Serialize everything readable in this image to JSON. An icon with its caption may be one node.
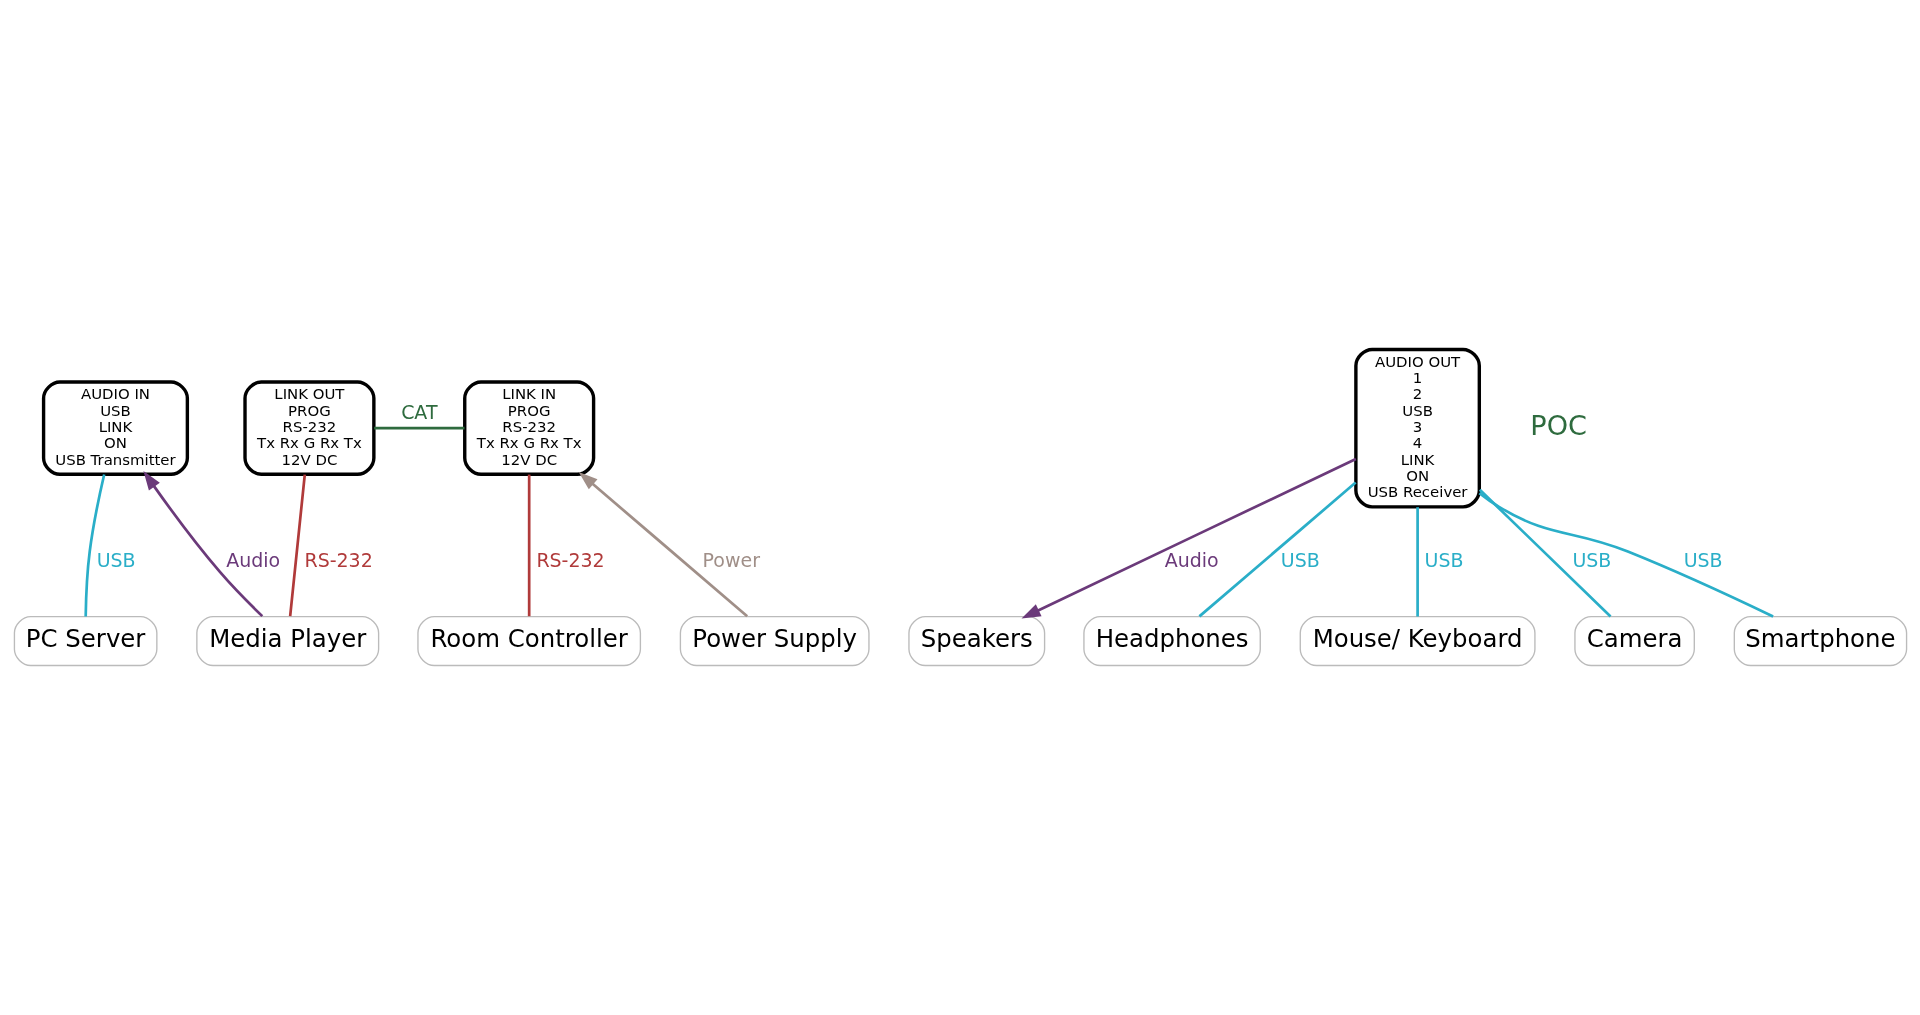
{
  "diagram": {
    "nodes": [
      {
        "text": [
          "AUDIO IN",
          "USB",
          "LINK",
          "ON",
          "USB Transmitter"
        ]
      },
      {
        "text": [
          "LINK OUT",
          "PROG",
          "RS-232",
          "Tx Rx G Rx Tx",
          "12V DC"
        ]
      },
      {
        "text": [
          "LINK IN",
          "PROG",
          "RS-232",
          "Tx Rx G Rx Tx",
          "12V DC"
        ]
      },
      {
        "text": [
          "AUDIO OUT",
          "1",
          "2",
          "USB",
          "3",
          "4",
          "LINK",
          "ON",
          "USB Receiver"
        ]
      },
      {
        "text": [
          "Media Player"
        ]
      },
      {
        "text": [
          "PC Server"
        ]
      },
      {
        "text": [
          "Power Supply"
        ]
      },
      {
        "text": [
          "Speakers"
        ]
      },
      {
        "text": [
          "Room Controller"
        ]
      },
      {
        "text": [
          "Headphones"
        ]
      },
      {
        "text": [
          "Mouse/ Keyboard"
        ]
      },
      {
        "text": [
          "Camera"
        ]
      },
      {
        "text": [
          "Smartphone"
        ]
      }
    ],
    "edges": [
      {
        "from": 4,
        "to": 0,
        "arrow": "to",
        "label": "Audio",
        "color": "#6b3a7a"
      },
      {
        "from": 1,
        "to": 4,
        "arrow": "none",
        "label": "RS-232",
        "color": "#b03a3a"
      },
      {
        "from": 0,
        "to": 5,
        "arrow": "none",
        "label": "USB"
      },
      {
        "from": 1,
        "to": 2,
        "arrow": "none",
        "label": "CAT",
        "color": "#2e6b3e"
      },
      {
        "from": 6,
        "to": 2,
        "arrow": "to",
        "label": "Power",
        "color": "#a08f88"
      },
      {
        "from": 3,
        "to": 7,
        "arrow": "to",
        "label": "Audio",
        "color": "#6b3a7a"
      },
      {
        "from": 2,
        "to": 8,
        "arrow": "none",
        "label": "RS-232",
        "color": "#b03a3a"
      },
      {
        "from": 3,
        "to": 9,
        "arrow": "none",
        "label": "USB"
      },
      {
        "from": 3,
        "to": 10,
        "arrow": "none",
        "label": "USB"
      },
      {
        "from": 3,
        "to": 11,
        "arrow": "none",
        "label": "USB"
      },
      {
        "from": 3,
        "to": 12,
        "arrow": "none",
        "label": "USB"
      }
    ],
    "labels": [
      "POC"
    ]
  }
}
